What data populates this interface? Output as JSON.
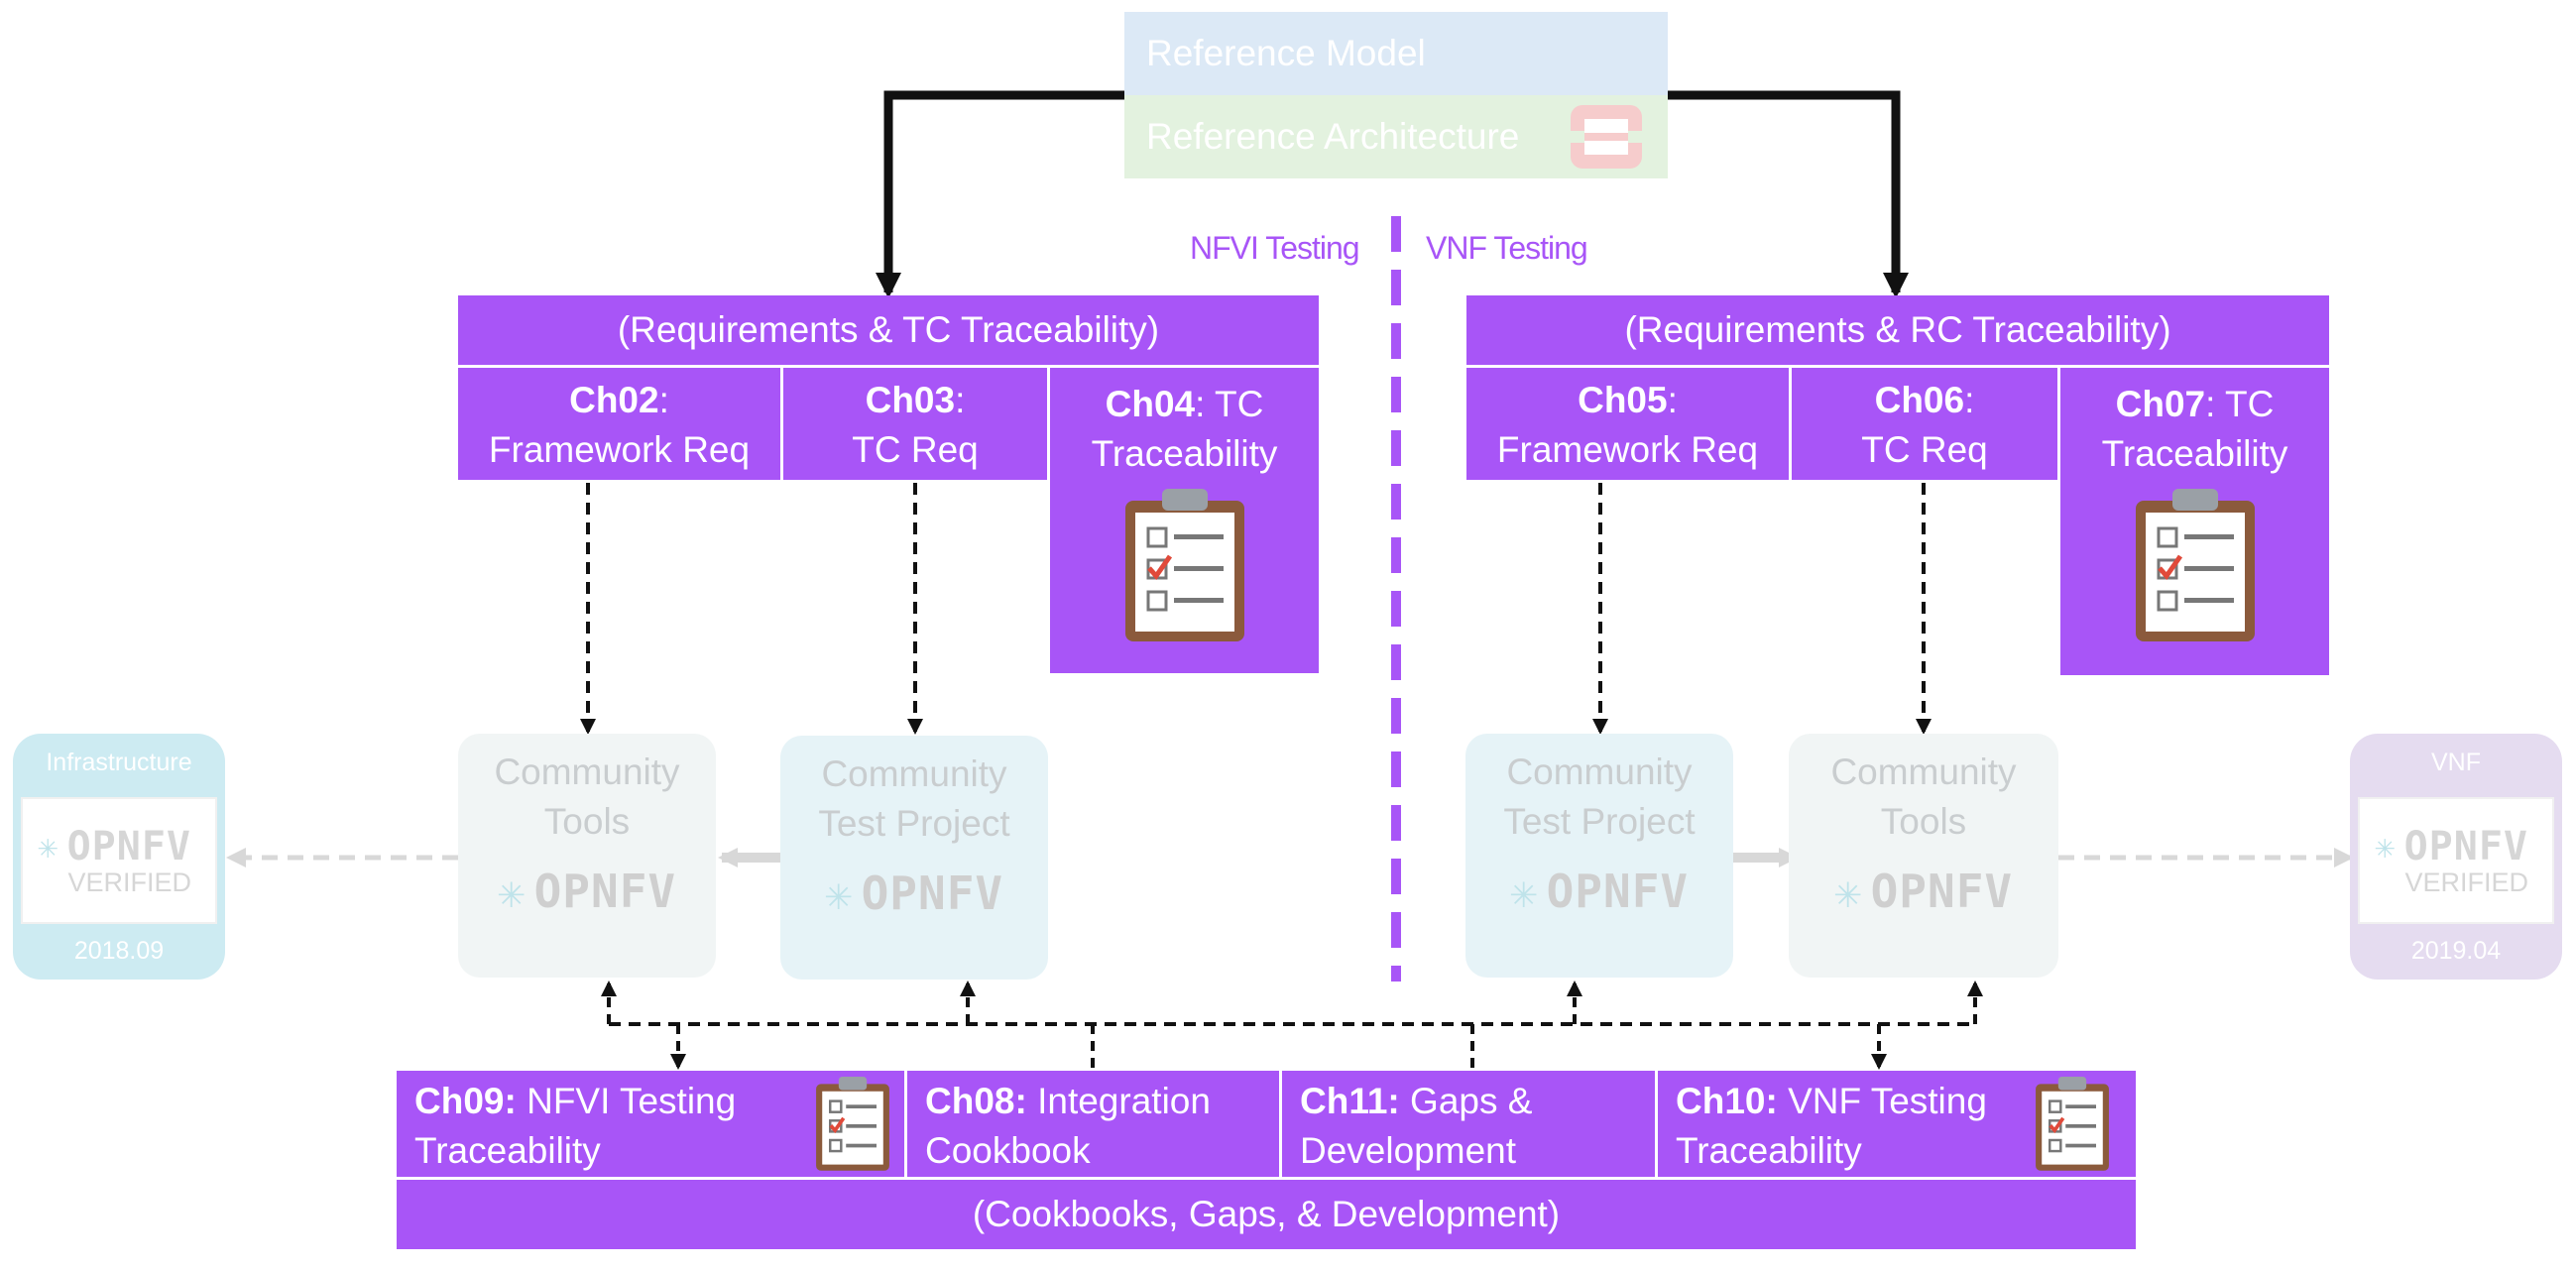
{
  "top": {
    "reference_model": "Reference Model",
    "reference_architecture": "Reference Architecture"
  },
  "labels": {
    "nfvi_testing": "NFVI Testing",
    "vnf_testing": "VNF Testing"
  },
  "left_group": {
    "header": "(Requirements & TC Traceability)",
    "ch02": {
      "num": "Ch02",
      "suffix": ":",
      "line2": "Framework Req"
    },
    "ch03": {
      "num": "Ch03",
      "suffix": ":",
      "line2": "TC Req"
    },
    "ch04": {
      "num": "Ch04",
      "suffix": ": TC",
      "line2": "Traceability"
    }
  },
  "right_group": {
    "header": "(Requirements & RC Traceability)",
    "ch05": {
      "num": "Ch05",
      "suffix": ":",
      "line2": "Framework Req"
    },
    "ch06": {
      "num": "Ch06",
      "suffix": ":",
      "line2": "TC Req"
    },
    "ch07": {
      "num": "Ch07",
      "suffix": ": TC",
      "line2": "Traceability"
    }
  },
  "community": {
    "tools_l1": "Community",
    "tools_l2": "Tools",
    "test_l1": "Community",
    "test_l2": "Test Project",
    "logo_text": "OPNFV"
  },
  "side": {
    "infra_title": "Infrastructure",
    "infra_version": "2018.09",
    "vnf_title": "VNF",
    "vnf_version": "2019.04",
    "logo_text": "OPNFV",
    "verified": "VERIFIED"
  },
  "bottom": {
    "ch09": {
      "num": "Ch09:",
      "text1": " NFVI Testing",
      "line2": "Traceability"
    },
    "ch08": {
      "num": "Ch08:",
      "text1": " Integration",
      "line2": "Cookbook"
    },
    "ch11": {
      "num": "Ch11:",
      "text1": " Gaps &",
      "line2": "Development"
    },
    "ch10": {
      "num": "Ch10:",
      "text1": " VNF Testing",
      "line2": "Traceability"
    },
    "footer": "(Cookbooks, Gaps, & Development)"
  },
  "colors": {
    "purple": "#a855f7",
    "ref_model": "#dce9f6",
    "ref_arch": "#e3f2df",
    "community_tools": "#f1f5f5",
    "community_test": "#e6f3f7",
    "infra_teal": "#cdebf2",
    "vnf_lavender": "#e5dcf0"
  },
  "icons": [
    "clipboard-checklist-icon",
    "opnfv-logo-icon",
    "openstack-logo-icon"
  ]
}
